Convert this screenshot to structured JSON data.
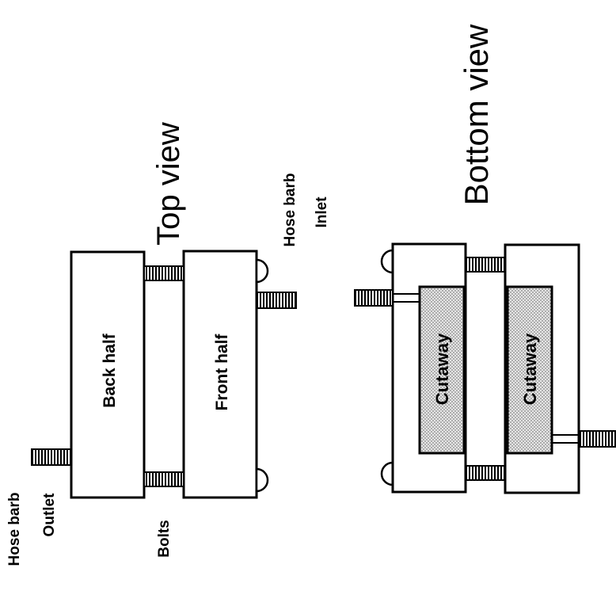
{
  "top_view": {
    "title": "Top view",
    "back_half": "Back half",
    "front_half": "Front half",
    "outlet_label_1": "Hose barb",
    "outlet_label_2": "Outlet",
    "inlet_label_1": "Hose barb",
    "inlet_label_2": "Inlet",
    "bolts_label": "Bolts"
  },
  "bottom_view": {
    "title": "Bottom view",
    "cutaway_1": "Cutaway",
    "cutaway_2": "Cutaway"
  }
}
